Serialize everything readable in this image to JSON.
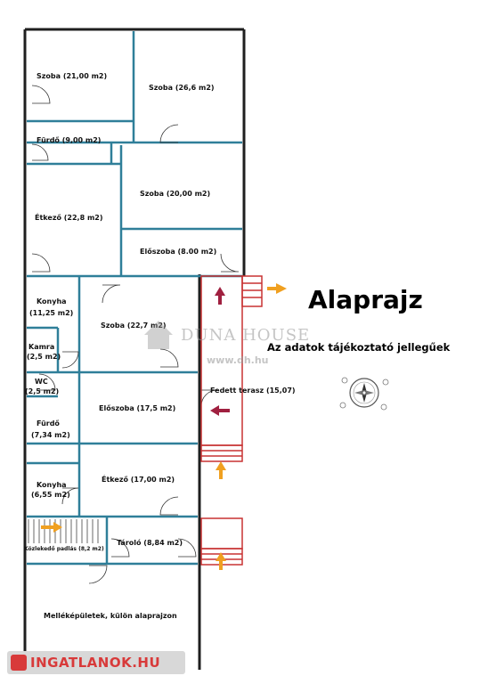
{
  "title": "Alaprajz",
  "subtitle": "Az adatok tájékoztató jellegűek",
  "watermark": {
    "brand": "DUNA HOUSE",
    "url": "www.dh.hu"
  },
  "logo": {
    "text": "INGATLANOK.HU"
  },
  "rooms": {
    "szoba1": "Szoba (21,00 m2)",
    "szoba2": "Szoba (26,6 m2)",
    "furdo1": "Fürdő (9,00 m2)",
    "szoba3": "Szoba (20,00 m2)",
    "etkezo1": "Étkező (22,8 m2)",
    "eloszoba1": "Előszoba (8.00 m2)",
    "konyha1_a": "Konyha",
    "konyha1_b": "(11,25 m2)",
    "szoba4": "Szoba (22,7 m2)",
    "kamra_a": "Kamra",
    "kamra_b": "(2,5 m2)",
    "wc_a": "WC",
    "wc_b": "(2,5 m2)",
    "eloszoba2": "Előszoba (17,5 m2)",
    "terasz": "Fedett terasz (15,07)",
    "furdo2_a": "Fürdő",
    "furdo2_b": "(7,34 m2)",
    "konyha2_a": "Konyha",
    "konyha2_b": "(6,55 m2)",
    "etkezo2": "Étkező (17,00 m2)",
    "padlas": "Közlekedő padlás (8,2 m2)",
    "tarolo": "Tároló (8,84 m2)",
    "mellek": "Melléképületek, külön alaprajzon"
  },
  "colors": {
    "wall": "#1f1f1f",
    "inner_wall": "#2f7f99",
    "terrace": "#c83232",
    "arrow_orange": "#f0a020",
    "arrow_red": "#a02040"
  },
  "icons": [
    "compass-icon",
    "entrance-arrow-icon"
  ]
}
